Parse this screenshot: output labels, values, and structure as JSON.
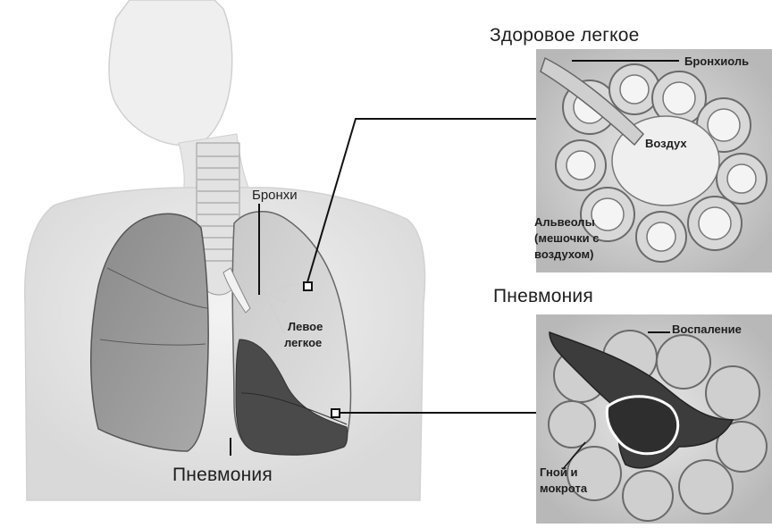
{
  "labels": {
    "healthy_lung_title": "Здоровое легкое",
    "pneumonia_title": "Пневмония",
    "bronchiole": "Бронхиоль",
    "air": "Воздух",
    "alveoli": [
      "Альвеолы",
      "(мешочки с",
      "воздухом)"
    ],
    "inflammation": "Воспаление",
    "pus_mucus": [
      "Гной и",
      "мокрота"
    ],
    "bronchi": "Бронхи",
    "left_lung": [
      "Левое",
      "легкое"
    ],
    "pneumonia_bottom": "Пневмония"
  }
}
